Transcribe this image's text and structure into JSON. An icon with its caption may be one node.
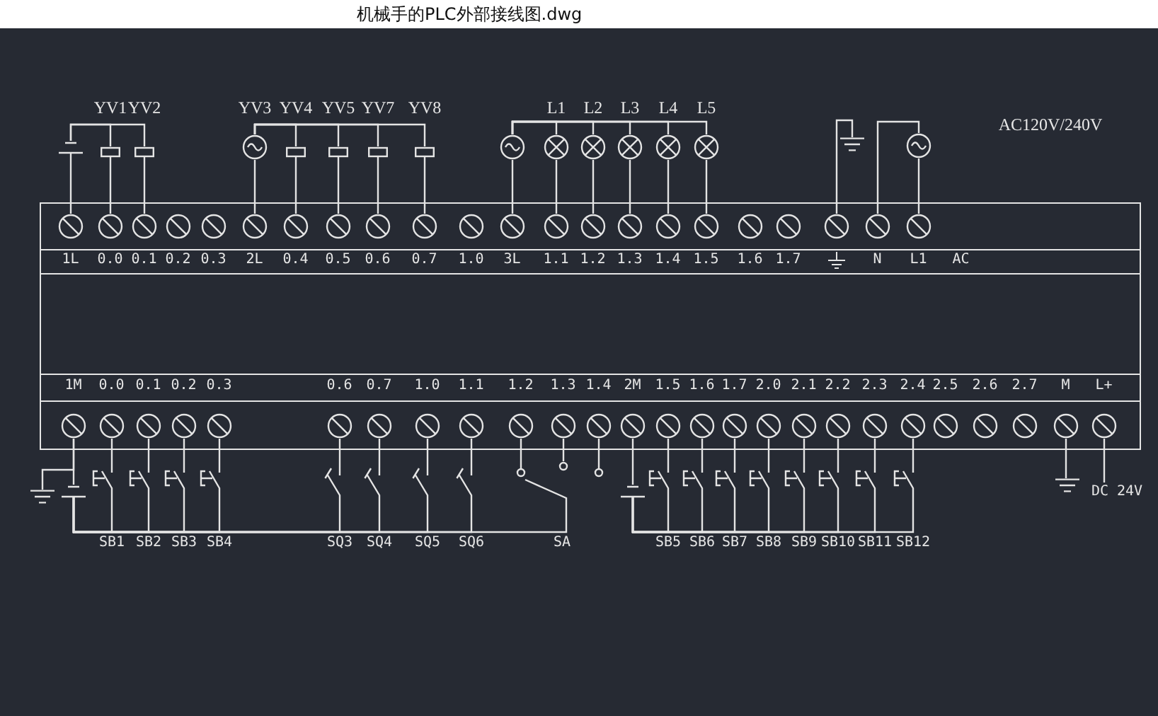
{
  "diagram": {
    "title": "机械手的PLC外部接线图.dwg",
    "nodes": [
      {
        "text": [],
        "shape": "box"
      },
      {
        "text": [],
        "shape": "circle",
        "in": 0,
        "beside": [
          "1L"
        ]
      },
      {
        "text": [],
        "shape": "circle",
        "in": 0,
        "beside": [
          "0.0"
        ]
      },
      {
        "text": [],
        "shape": "circle",
        "in": 0,
        "beside": [
          "0.1"
        ]
      },
      {
        "text": [],
        "shape": "circle",
        "in": 0,
        "beside": [
          "0.2"
        ]
      },
      {
        "text": [],
        "shape": "circle",
        "in": 0,
        "beside": [
          "0.3"
        ]
      },
      {
        "text": [],
        "shape": "circle",
        "in": 0,
        "beside": [
          "2L"
        ]
      },
      {
        "text": [],
        "shape": "circle",
        "in": 0,
        "beside": [
          "0.4"
        ]
      },
      {
        "text": [],
        "shape": "circle",
        "in": 0,
        "beside": [
          "0.5"
        ]
      },
      {
        "text": [],
        "shape": "circle",
        "in": 0,
        "beside": [
          "0.6"
        ]
      },
      {
        "text": [],
        "shape": "circle",
        "in": 0,
        "beside": [
          "0.7"
        ]
      },
      {
        "text": [],
        "shape": "circle",
        "in": 0,
        "beside": [
          "1.0"
        ]
      },
      {
        "text": [],
        "shape": "circle",
        "in": 0,
        "beside": [
          "3L"
        ]
      },
      {
        "text": [],
        "shape": "circle",
        "in": 0,
        "beside": [
          "1.1"
        ]
      },
      {
        "text": [],
        "shape": "circle",
        "in": 0,
        "beside": [
          "1.2"
        ]
      },
      {
        "text": [],
        "shape": "circle",
        "in": 0,
        "beside": [
          "1.3"
        ]
      },
      {
        "text": [],
        "shape": "circle",
        "in": 0,
        "beside": [
          "1.4"
        ]
      },
      {
        "text": [],
        "shape": "circle",
        "in": 0,
        "beside": [
          "1.5"
        ]
      },
      {
        "text": [],
        "shape": "circle",
        "in": 0,
        "beside": [
          "1.6"
        ]
      },
      {
        "text": [],
        "shape": "circle",
        "in": 0,
        "beside": [
          "1.7"
        ]
      },
      {
        "text": [],
        "shape": "circle",
        "in": 0
      },
      {
        "text": [],
        "shape": "circle",
        "in": 0,
        "beside": [
          "N"
        ]
      },
      {
        "text": [],
        "shape": "circle",
        "in": 0,
        "beside": [
          "L1"
        ]
      },
      {
        "text": [],
        "shape": "circle",
        "in": 0,
        "beside": [
          "1M"
        ]
      },
      {
        "text": [],
        "shape": "circle",
        "in": 0,
        "beside": [
          "0.0"
        ]
      },
      {
        "text": [],
        "shape": "circle",
        "in": 0,
        "beside": [
          "0.1"
        ]
      },
      {
        "text": [],
        "shape": "circle",
        "in": 0,
        "beside": [
          "0.2"
        ]
      },
      {
        "text": [],
        "shape": "circle",
        "in": 0,
        "beside": [
          "0.3"
        ]
      },
      {
        "text": [],
        "shape": "circle",
        "in": 0,
        "beside": [
          "0.6"
        ]
      },
      {
        "text": [],
        "shape": "circle",
        "in": 0,
        "beside": [
          "0.7"
        ]
      },
      {
        "text": [],
        "shape": "circle",
        "in": 0,
        "beside": [
          "1.0"
        ]
      },
      {
        "text": [],
        "shape": "circle",
        "in": 0,
        "beside": [
          "1.1"
        ]
      },
      {
        "text": [],
        "shape": "circle",
        "in": 0,
        "beside": [
          "1.2"
        ]
      },
      {
        "text": [],
        "shape": "circle",
        "in": 0,
        "beside": [
          "1.3"
        ]
      },
      {
        "text": [],
        "shape": "circle",
        "in": 0,
        "beside": [
          "1.4"
        ]
      },
      {
        "text": [],
        "shape": "circle",
        "in": 0,
        "beside": [
          "2M"
        ]
      },
      {
        "text": [],
        "shape": "circle",
        "in": 0,
        "beside": [
          "1.5"
        ]
      },
      {
        "text": [],
        "shape": "circle",
        "in": 0,
        "beside": [
          "1.6"
        ]
      },
      {
        "text": [],
        "shape": "circle",
        "in": 0,
        "beside": [
          "1.7"
        ]
      },
      {
        "text": [],
        "shape": "circle",
        "in": 0,
        "beside": [
          "2.0"
        ]
      },
      {
        "text": [],
        "shape": "circle",
        "in": 0,
        "beside": [
          "2.1"
        ]
      },
      {
        "text": [],
        "shape": "circle",
        "in": 0,
        "beside": [
          "2.2"
        ]
      },
      {
        "text": [],
        "shape": "circle",
        "in": 0,
        "beside": [
          "2.3"
        ]
      },
      {
        "text": [],
        "shape": "circle",
        "in": 0,
        "beside": [
          "2.4"
        ]
      },
      {
        "text": [],
        "shape": "circle",
        "in": 0,
        "beside": [
          "2.5"
        ]
      },
      {
        "text": [],
        "shape": "circle",
        "in": 0,
        "beside": [
          "2.6"
        ]
      },
      {
        "text": [],
        "shape": "circle",
        "in": 0,
        "beside": [
          "2.7"
        ]
      },
      {
        "text": [],
        "shape": "circle",
        "in": 0,
        "beside": [
          "M"
        ]
      },
      {
        "text": [],
        "shape": "circle",
        "in": 0,
        "beside": [
          "L+"
        ]
      },
      {
        "text": [],
        "shape": "battery"
      },
      {
        "text": [],
        "shape": "coil",
        "beside": [
          "YV1"
        ]
      },
      {
        "text": [],
        "shape": "coil",
        "beside": [
          "YV2"
        ]
      },
      {
        "text": [],
        "shape": "circle",
        "beside": [
          "YV3"
        ]
      },
      {
        "text": [],
        "shape": "coil",
        "beside": [
          "YV4"
        ]
      },
      {
        "text": [],
        "shape": "coil",
        "beside": [
          "YV5"
        ]
      },
      {
        "text": [],
        "shape": "coil",
        "beside": [
          "YV7"
        ]
      },
      {
        "text": [],
        "shape": "coil",
        "beside": [
          "YV8"
        ]
      },
      {
        "text": [],
        "shape": "circle"
      },
      {
        "text": [],
        "shape": "lamp",
        "beside": [
          "L1"
        ]
      },
      {
        "text": [],
        "shape": "lamp",
        "beside": [
          "L2"
        ]
      },
      {
        "text": [],
        "shape": "lamp",
        "beside": [
          "L3"
        ]
      },
      {
        "text": [],
        "shape": "lamp",
        "beside": [
          "L4"
        ]
      },
      {
        "text": [],
        "shape": "lamp",
        "beside": [
          "L5"
        ]
      },
      {
        "text": [],
        "shape": "ground"
      },
      {
        "text": [],
        "shape": "circle"
      },
      {
        "text": [],
        "shape": "ground"
      },
      {
        "text": [],
        "shape": "battery"
      },
      {
        "text": [],
        "shape": "switch",
        "beside": [
          "SB1"
        ]
      },
      {
        "text": [],
        "shape": "switch",
        "beside": [
          "SB2"
        ]
      },
      {
        "text": [],
        "shape": "switch",
        "beside": [
          "SB3"
        ]
      },
      {
        "text": [],
        "shape": "switch",
        "beside": [
          "SB4"
        ]
      },
      {
        "text": [],
        "shape": "switch",
        "beside": [
          "SQ3"
        ]
      },
      {
        "text": [],
        "shape": "switch",
        "beside": [
          "SQ4"
        ]
      },
      {
        "text": [],
        "shape": "switch",
        "beside": [
          "SQ5"
        ]
      },
      {
        "text": [],
        "shape": "switch",
        "beside": [
          "SQ6"
        ]
      },
      {
        "text": [],
        "shape": "switch",
        "beside": [
          "SA"
        ]
      },
      {
        "text": [],
        "shape": "battery"
      },
      {
        "text": [],
        "shape": "switch",
        "beside": [
          "SB5"
        ]
      },
      {
        "text": [],
        "shape": "switch",
        "beside": [
          "SB6"
        ]
      },
      {
        "text": [],
        "shape": "switch",
        "beside": [
          "SB7"
        ]
      },
      {
        "text": [],
        "shape": "switch",
        "beside": [
          "SB8"
        ]
      },
      {
        "text": [],
        "shape": "switch",
        "beside": [
          "SB9"
        ]
      },
      {
        "text": [],
        "shape": "switch",
        "beside": [
          "SB10"
        ]
      },
      {
        "text": [],
        "shape": "switch",
        "beside": [
          "SB11"
        ]
      },
      {
        "text": [],
        "shape": "switch",
        "beside": [
          "SB12"
        ]
      },
      {
        "text": [],
        "shape": "ground"
      },
      {
        "text": [
          "DC 24V"
        ]
      }
    ],
    "edges": [
      {
        "from": 49,
        "to": 50,
        "arrow": "none"
      },
      {
        "from": 49,
        "to": 51,
        "arrow": "none"
      },
      {
        "from": 49,
        "to": 1,
        "arrow": "none"
      },
      {
        "from": 50,
        "to": 2,
        "arrow": "none"
      },
      {
        "from": 51,
        "to": 3,
        "arrow": "none"
      },
      {
        "from": 52,
        "to": 53,
        "arrow": "none"
      },
      {
        "from": 52,
        "to": 54,
        "arrow": "none"
      },
      {
        "from": 52,
        "to": 55,
        "arrow": "none"
      },
      {
        "from": 52,
        "to": 56,
        "arrow": "none"
      },
      {
        "from": 52,
        "to": 6,
        "arrow": "none"
      },
      {
        "from": 53,
        "to": 7,
        "arrow": "none"
      },
      {
        "from": 54,
        "to": 8,
        "arrow": "none"
      },
      {
        "from": 55,
        "to": 9,
        "arrow": "none"
      },
      {
        "from": 56,
        "to": 10,
        "arrow": "none"
      },
      {
        "from": 57,
        "to": 58,
        "arrow": "none"
      },
      {
        "from": 57,
        "to": 59,
        "arrow": "none"
      },
      {
        "from": 57,
        "to": 60,
        "arrow": "none"
      },
      {
        "from": 57,
        "to": 61,
        "arrow": "none"
      },
      {
        "from": 57,
        "to": 62,
        "arrow": "none"
      },
      {
        "from": 57,
        "to": 12,
        "arrow": "none"
      },
      {
        "from": 58,
        "to": 13,
        "arrow": "none"
      },
      {
        "from": 59,
        "to": 14,
        "arrow": "none"
      },
      {
        "from": 60,
        "to": 15,
        "arrow": "none"
      },
      {
        "from": 61,
        "to": 16,
        "arrow": "none"
      },
      {
        "from": 62,
        "to": 17,
        "arrow": "none"
      },
      {
        "from": 20,
        "to": 63,
        "arrow": "none"
      },
      {
        "from": 21,
        "to": 64,
        "arrow": "none"
      },
      {
        "from": 64,
        "to": 22,
        "arrow": "none"
      },
      {
        "from": 23,
        "to": 65,
        "arrow": "none"
      },
      {
        "from": 23,
        "to": 66,
        "arrow": "none"
      },
      {
        "from": 66,
        "to": 67,
        "arrow": "none"
      },
      {
        "from": 66,
        "to": 68,
        "arrow": "none"
      },
      {
        "from": 66,
        "to": 69,
        "arrow": "none"
      },
      {
        "from": 66,
        "to": 70,
        "arrow": "none"
      },
      {
        "from": 66,
        "to": 71,
        "arrow": "none"
      },
      {
        "from": 66,
        "to": 72,
        "arrow": "none"
      },
      {
        "from": 66,
        "to": 73,
        "arrow": "none"
      },
      {
        "from": 66,
        "to": 74,
        "arrow": "none"
      },
      {
        "from": 66,
        "to": 75,
        "arrow": "none"
      },
      {
        "from": 24,
        "to": 67,
        "arrow": "none"
      },
      {
        "from": 25,
        "to": 68,
        "arrow": "none"
      },
      {
        "from": 26,
        "to": 69,
        "arrow": "none"
      },
      {
        "from": 27,
        "to": 70,
        "arrow": "none"
      },
      {
        "from": 28,
        "to": 71,
        "arrow": "none"
      },
      {
        "from": 29,
        "to": 72,
        "arrow": "none"
      },
      {
        "from": 30,
        "to": 73,
        "arrow": "none"
      },
      {
        "from": 31,
        "to": 74,
        "arrow": "none"
      },
      {
        "from": 32,
        "to": 75,
        "arrow": "none"
      },
      {
        "from": 33,
        "to": 75,
        "arrow": "none"
      },
      {
        "from": 34,
        "to": 75,
        "arrow": "none"
      },
      {
        "from": 35,
        "to": 76,
        "arrow": "none"
      },
      {
        "from": 76,
        "to": 77,
        "arrow": "none"
      },
      {
        "from": 76,
        "to": 78,
        "arrow": "none"
      },
      {
        "from": 76,
        "to": 79,
        "arrow": "none"
      },
      {
        "from": 76,
        "to": 80,
        "arrow": "none"
      },
      {
        "from": 76,
        "to": 81,
        "arrow": "none"
      },
      {
        "from": 76,
        "to": 82,
        "arrow": "none"
      },
      {
        "from": 76,
        "to": 83,
        "arrow": "none"
      },
      {
        "from": 76,
        "to": 84,
        "arrow": "none"
      },
      {
        "from": 36,
        "to": 77,
        "arrow": "none"
      },
      {
        "from": 37,
        "to": 78,
        "arrow": "none"
      },
      {
        "from": 38,
        "to": 79,
        "arrow": "none"
      },
      {
        "from": 39,
        "to": 80,
        "arrow": "none"
      },
      {
        "from": 40,
        "to": 81,
        "arrow": "none"
      },
      {
        "from": 41,
        "to": 82,
        "arrow": "none"
      },
      {
        "from": 42,
        "to": 83,
        "arrow": "none"
      },
      {
        "from": 43,
        "to": 84,
        "arrow": "none"
      },
      {
        "from": 47,
        "to": 85,
        "arrow": "none"
      },
      {
        "from": 48,
        "to": 86,
        "arrow": "none"
      }
    ],
    "labels": [
      "AC",
      "AC120V/240V"
    ]
  }
}
